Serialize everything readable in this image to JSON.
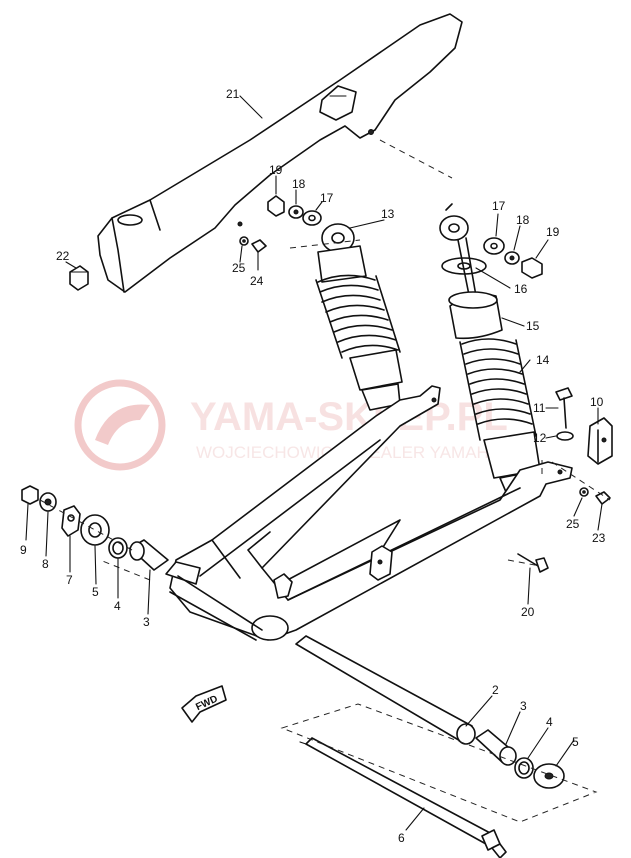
{
  "watermark": {
    "title": "YAMA-SKLEP.PL",
    "subtitle": "WOJCIECHOWICZ | DEALER YAMAHA",
    "color": "#e8a0a0"
  },
  "direction_tag": "FWD",
  "callouts": {
    "c21": "21",
    "c22": "22",
    "c25a": "25",
    "c24": "24",
    "c19a": "19",
    "c18a": "18",
    "c17a": "17",
    "c13": "13",
    "c17b": "17",
    "c18b": "18",
    "c19b": "19",
    "c16": "16",
    "c15": "15",
    "c14": "14",
    "c11": "11",
    "c12": "12",
    "c10": "10",
    "c9": "9",
    "c8": "8",
    "c7": "7",
    "c5a": "5",
    "c4a": "4",
    "c3a": "3",
    "c25b": "25",
    "c23": "23",
    "c20": "20",
    "c2": "2",
    "c3b": "3",
    "c4b": "4",
    "c5b": "5",
    "c6": "6"
  }
}
